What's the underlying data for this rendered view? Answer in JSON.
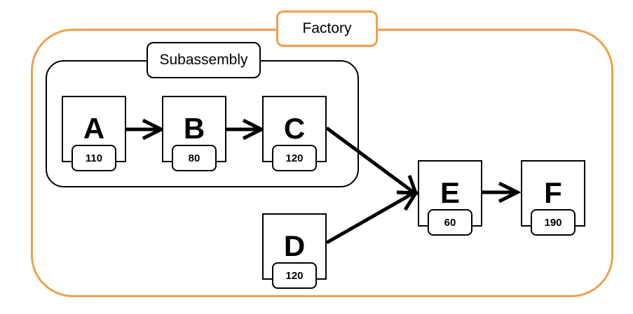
{
  "factory": {
    "label": "Factory"
  },
  "subassembly": {
    "label": "Subassembly"
  },
  "nodes": {
    "A": {
      "letter": "A",
      "value": "110"
    },
    "B": {
      "letter": "B",
      "value": "80"
    },
    "C": {
      "letter": "C",
      "value": "120"
    },
    "D": {
      "letter": "D",
      "value": "120"
    },
    "E": {
      "letter": "E",
      "value": "60"
    },
    "F": {
      "letter": "F",
      "value": "190"
    }
  },
  "edges": [
    {
      "from": "A",
      "to": "B"
    },
    {
      "from": "B",
      "to": "C"
    },
    {
      "from": "C",
      "to": "E"
    },
    {
      "from": "D",
      "to": "E"
    },
    {
      "from": "E",
      "to": "F"
    }
  ],
  "colors": {
    "factory_border": "#f0a04b",
    "lines": "#000000"
  }
}
